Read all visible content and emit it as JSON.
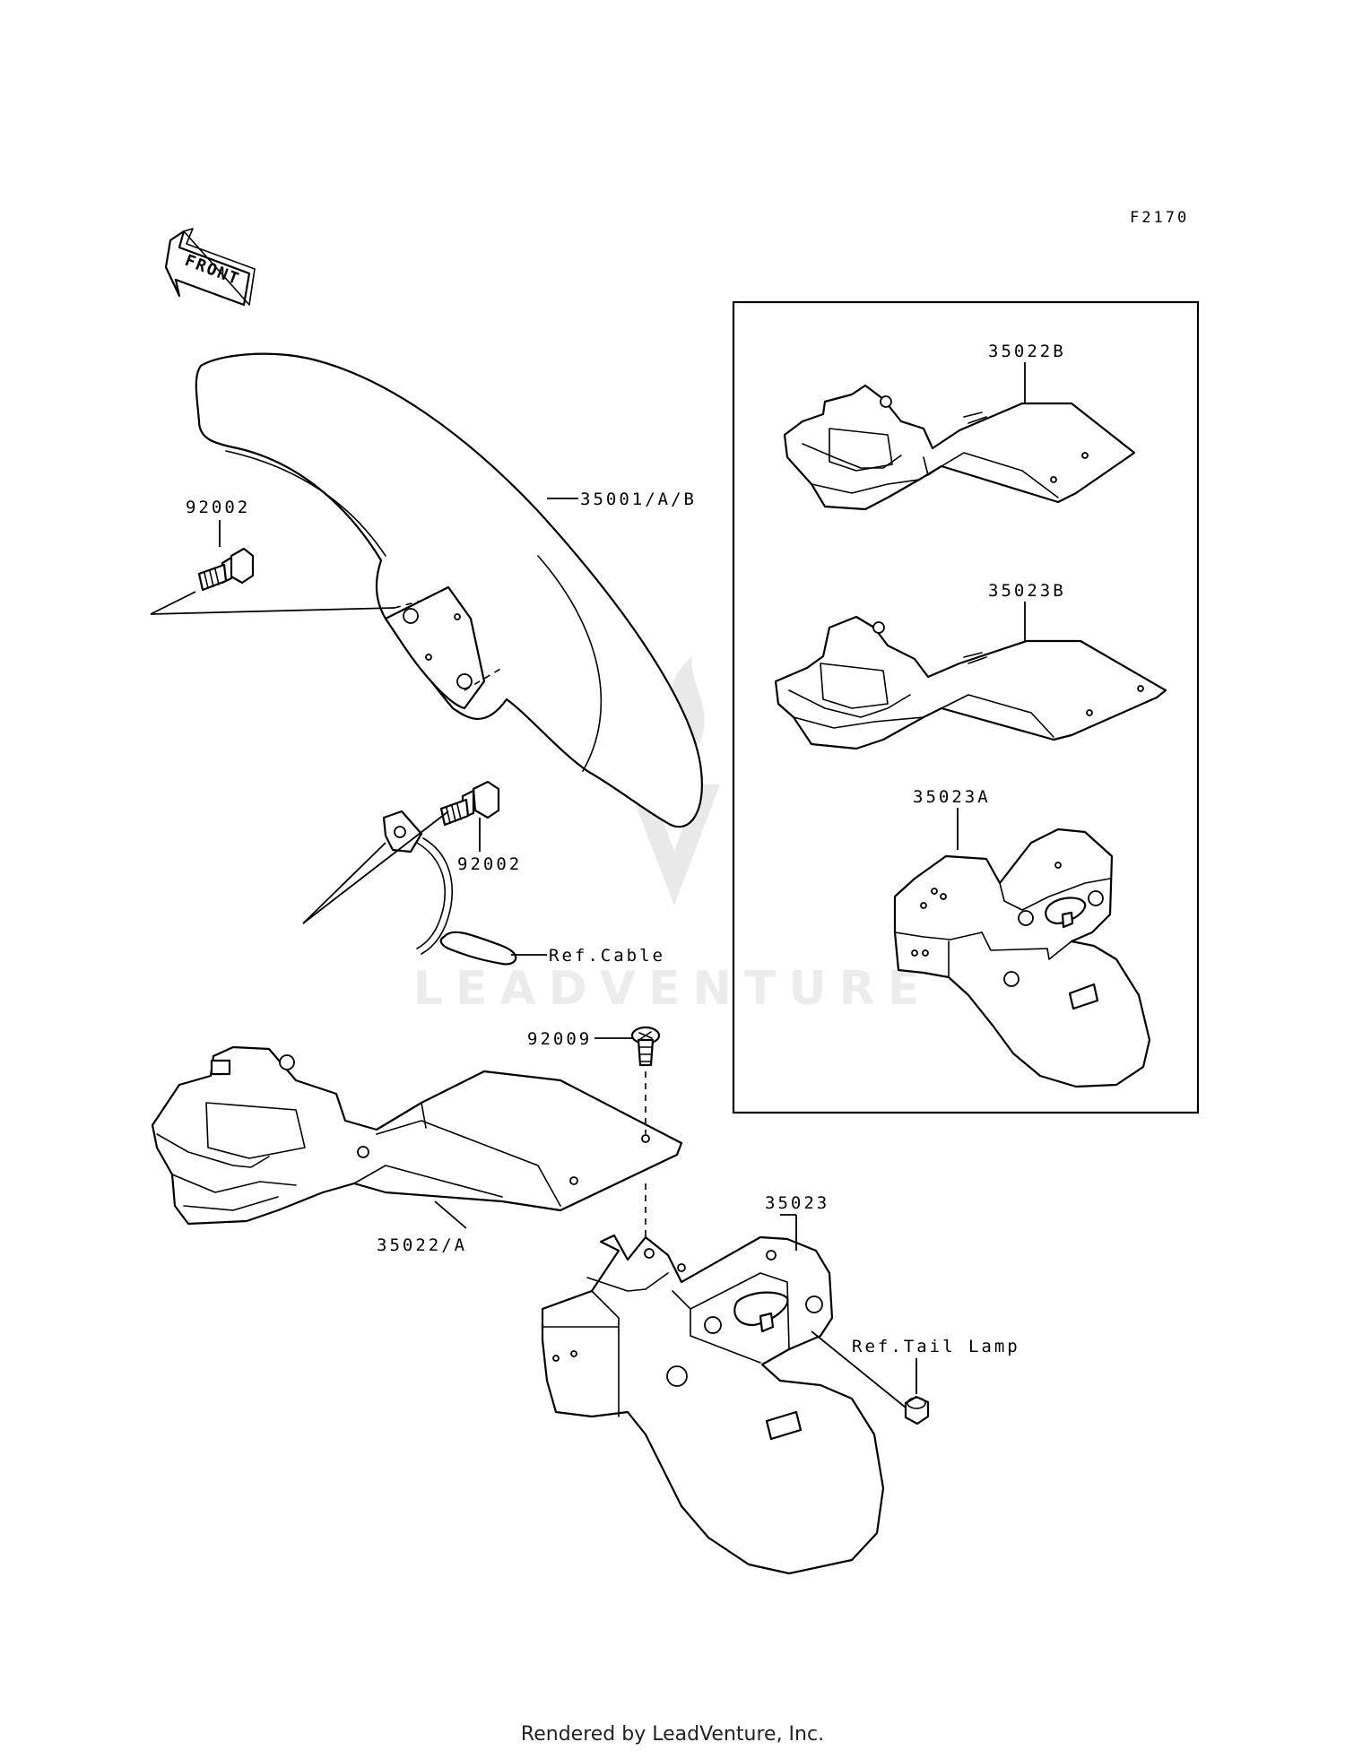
{
  "diagram_code": "F2170",
  "front_arrow_label": "FRONT",
  "watermark": "LEADVENTURE",
  "footer": "Rendered by LeadVenture, Inc.",
  "labels": {
    "front_fender": "35001/A/B",
    "bolt_upper": "92002",
    "bolt_lower": "92002",
    "ref_cable": "Ref.Cable",
    "screw": "92009",
    "rear_fender_front": "35022/A",
    "rear_fender_rear": "35023",
    "ref_tail_lamp": "Ref.Tail Lamp",
    "inset_fender_b": "35022B",
    "inset_fender_rear_b": "35023B",
    "inset_fender_rear_a": "35023A"
  }
}
